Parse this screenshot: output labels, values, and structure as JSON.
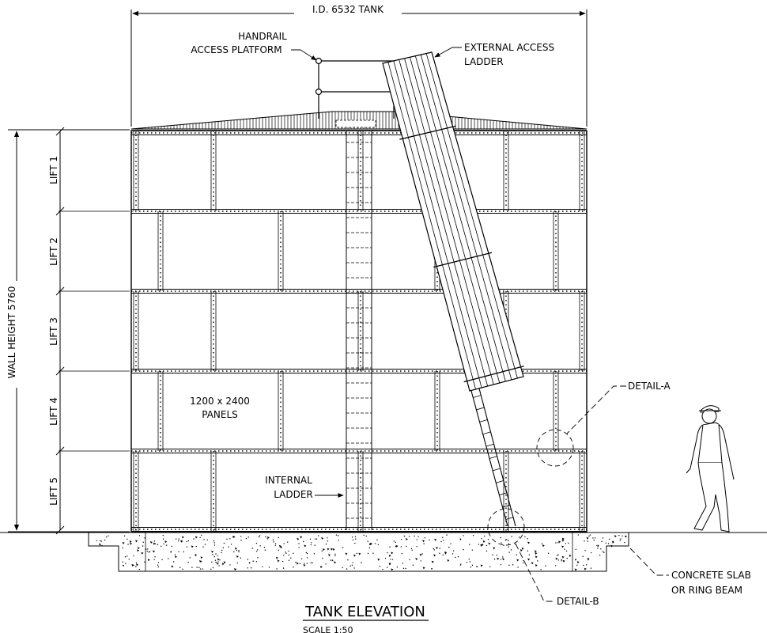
{
  "title": "TANK ELEVATION",
  "scale": "SCALE 1:50",
  "dimensions": {
    "width_label": "I.D. 6532 TANK",
    "height_label": "WALL HEIGHT 5760"
  },
  "lifts": [
    "LIFT 1",
    "LIFT 2",
    "LIFT 3",
    "LIFT 4",
    "LIFT 5"
  ],
  "callouts": {
    "handrail_line1": "HANDRAIL",
    "handrail_line2": "ACCESS PLATFORM",
    "ext_ladder_line1": "EXTERNAL ACCESS",
    "ext_ladder_line2": "LADDER",
    "panels_line1": "1200 x 2400",
    "panels_line2": "PANELS",
    "internal_line1": "INTERNAL",
    "internal_line2": "LADDER",
    "detail_a": "DETAIL-A",
    "detail_b": "DETAIL-B",
    "concrete_line1": "CONCRETE SLAB",
    "concrete_line2": "OR RING BEAM"
  }
}
